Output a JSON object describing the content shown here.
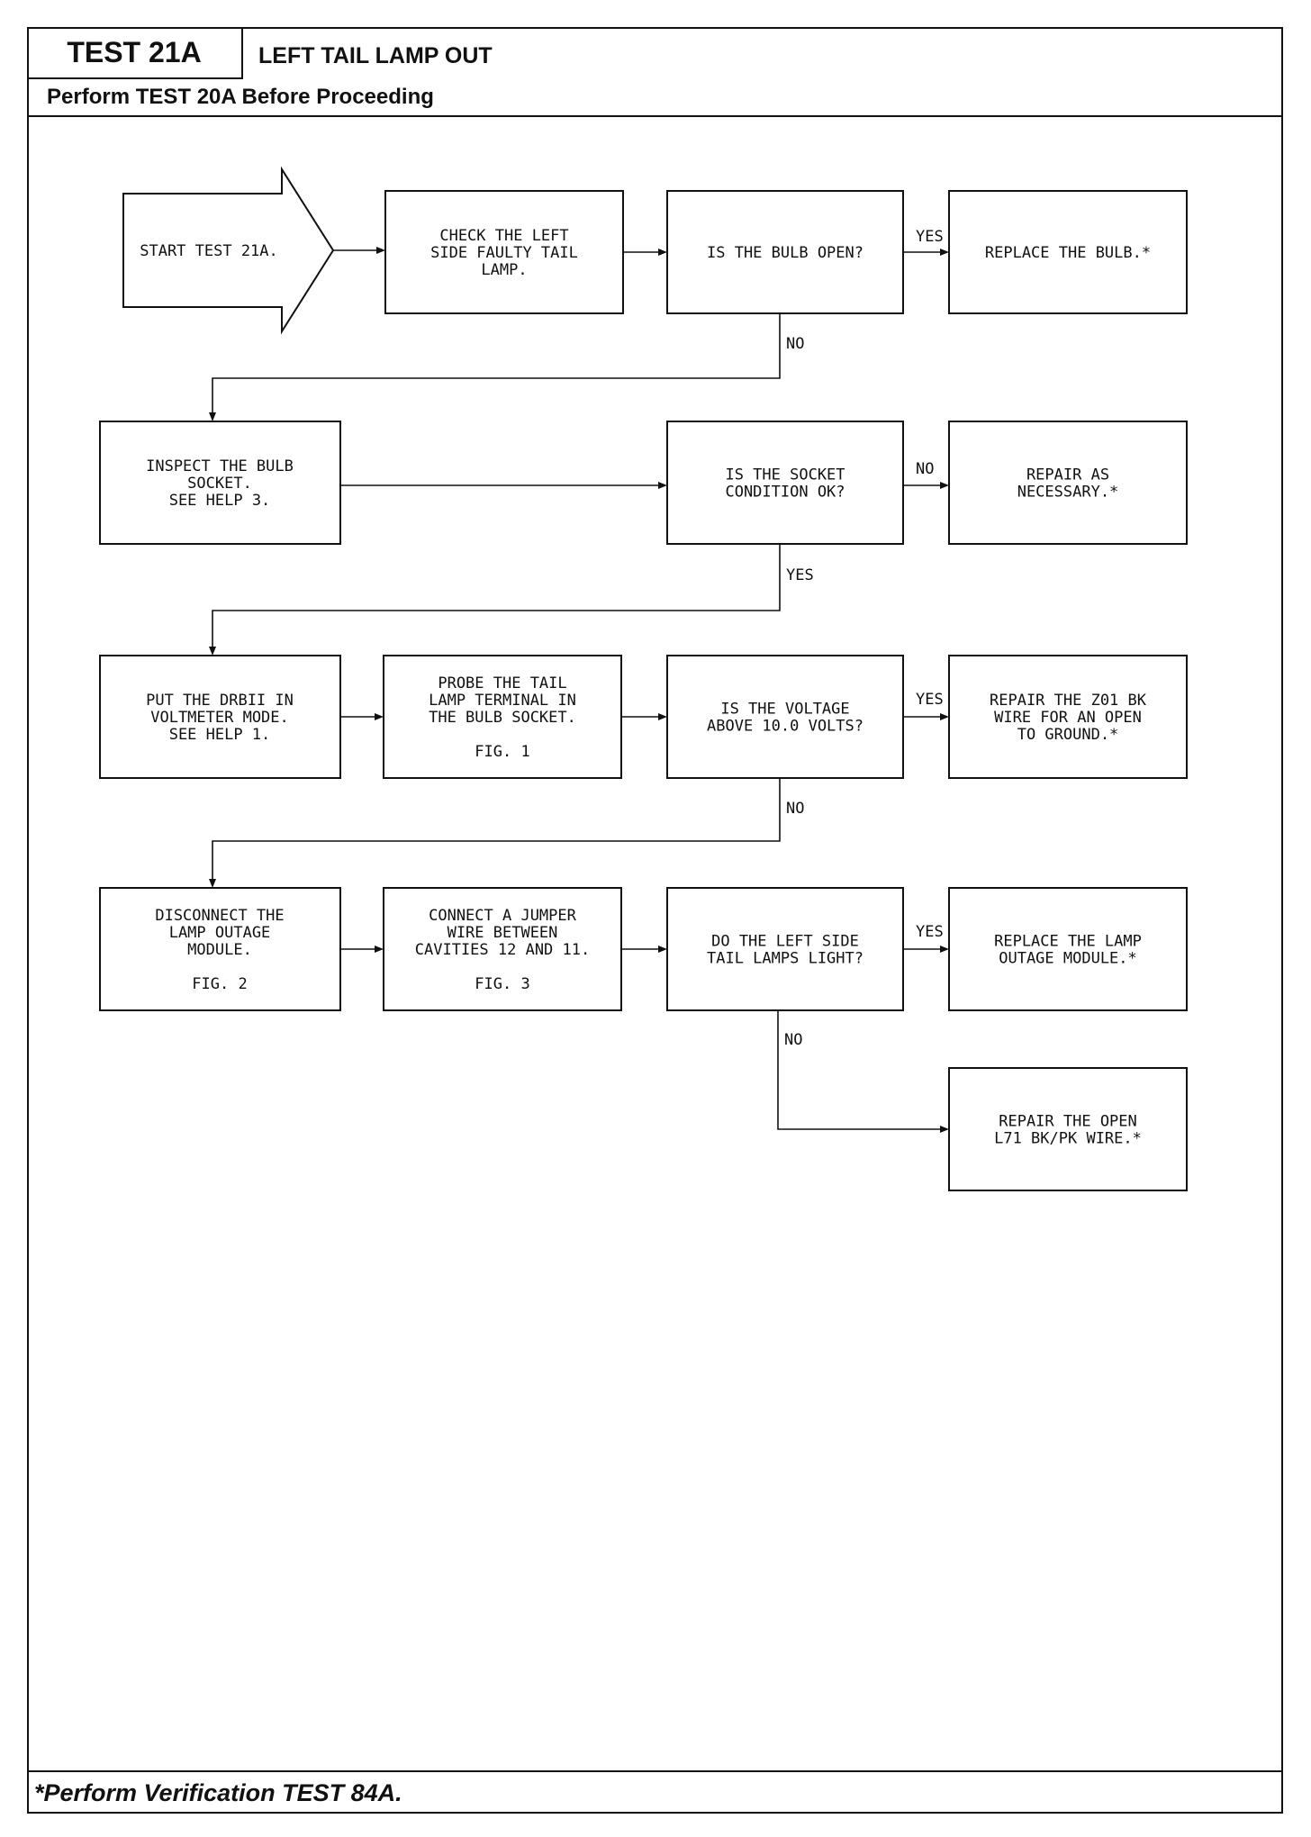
{
  "header": {
    "test_id": "TEST 21A",
    "title": "LEFT TAIL LAMP OUT",
    "prerequisite": "Perform TEST 20A Before Proceeding"
  },
  "footer": {
    "note": "*Perform Verification TEST 84A."
  },
  "flowchart": {
    "start": [
      "START TEST 21A."
    ],
    "check_lamp": [
      "CHECK THE LEFT",
      "SIDE FAULTY TAIL",
      "LAMP."
    ],
    "q_bulb_open": [
      "IS THE BULB OPEN?"
    ],
    "replace_bulb": [
      "REPLACE THE BULB.*"
    ],
    "inspect_socket": [
      "INSPECT THE BULB",
      "SOCKET.",
      "SEE HELP 3."
    ],
    "q_socket_ok": [
      "IS THE SOCKET",
      "CONDITION OK?"
    ],
    "repair_necessary": [
      "REPAIR AS",
      "NECESSARY.*"
    ],
    "voltmeter_mode": [
      "PUT THE DRBII IN",
      "VOLTMETER MODE.",
      "SEE HELP 1."
    ],
    "probe_terminal": [
      "PROBE THE TAIL",
      "LAMP TERMINAL IN",
      "THE BULB SOCKET.",
      "",
      "FIG. 1"
    ],
    "q_voltage": [
      "IS THE VOLTAGE",
      "ABOVE 10.0 VOLTS?"
    ],
    "repair_z01": [
      "REPAIR THE Z01 BK",
      "WIRE FOR AN OPEN",
      "TO GROUND.*"
    ],
    "disconnect_module": [
      "DISCONNECT THE",
      "LAMP OUTAGE",
      "MODULE.",
      "",
      "FIG. 2"
    ],
    "connect_jumper": [
      "CONNECT A JUMPER",
      "WIRE BETWEEN",
      "CAVITIES 12 AND 11.",
      "",
      "FIG. 3"
    ],
    "q_lamps_light": [
      "DO THE LEFT SIDE",
      "TAIL LAMPS LIGHT?"
    ],
    "replace_module": [
      "REPLACE THE LAMP",
      "OUTAGE MODULE.*"
    ],
    "repair_l71": [
      "REPAIR THE OPEN",
      "L71 BK/PK WIRE.*"
    ],
    "labels": {
      "yes": "YES",
      "no": "NO"
    }
  }
}
